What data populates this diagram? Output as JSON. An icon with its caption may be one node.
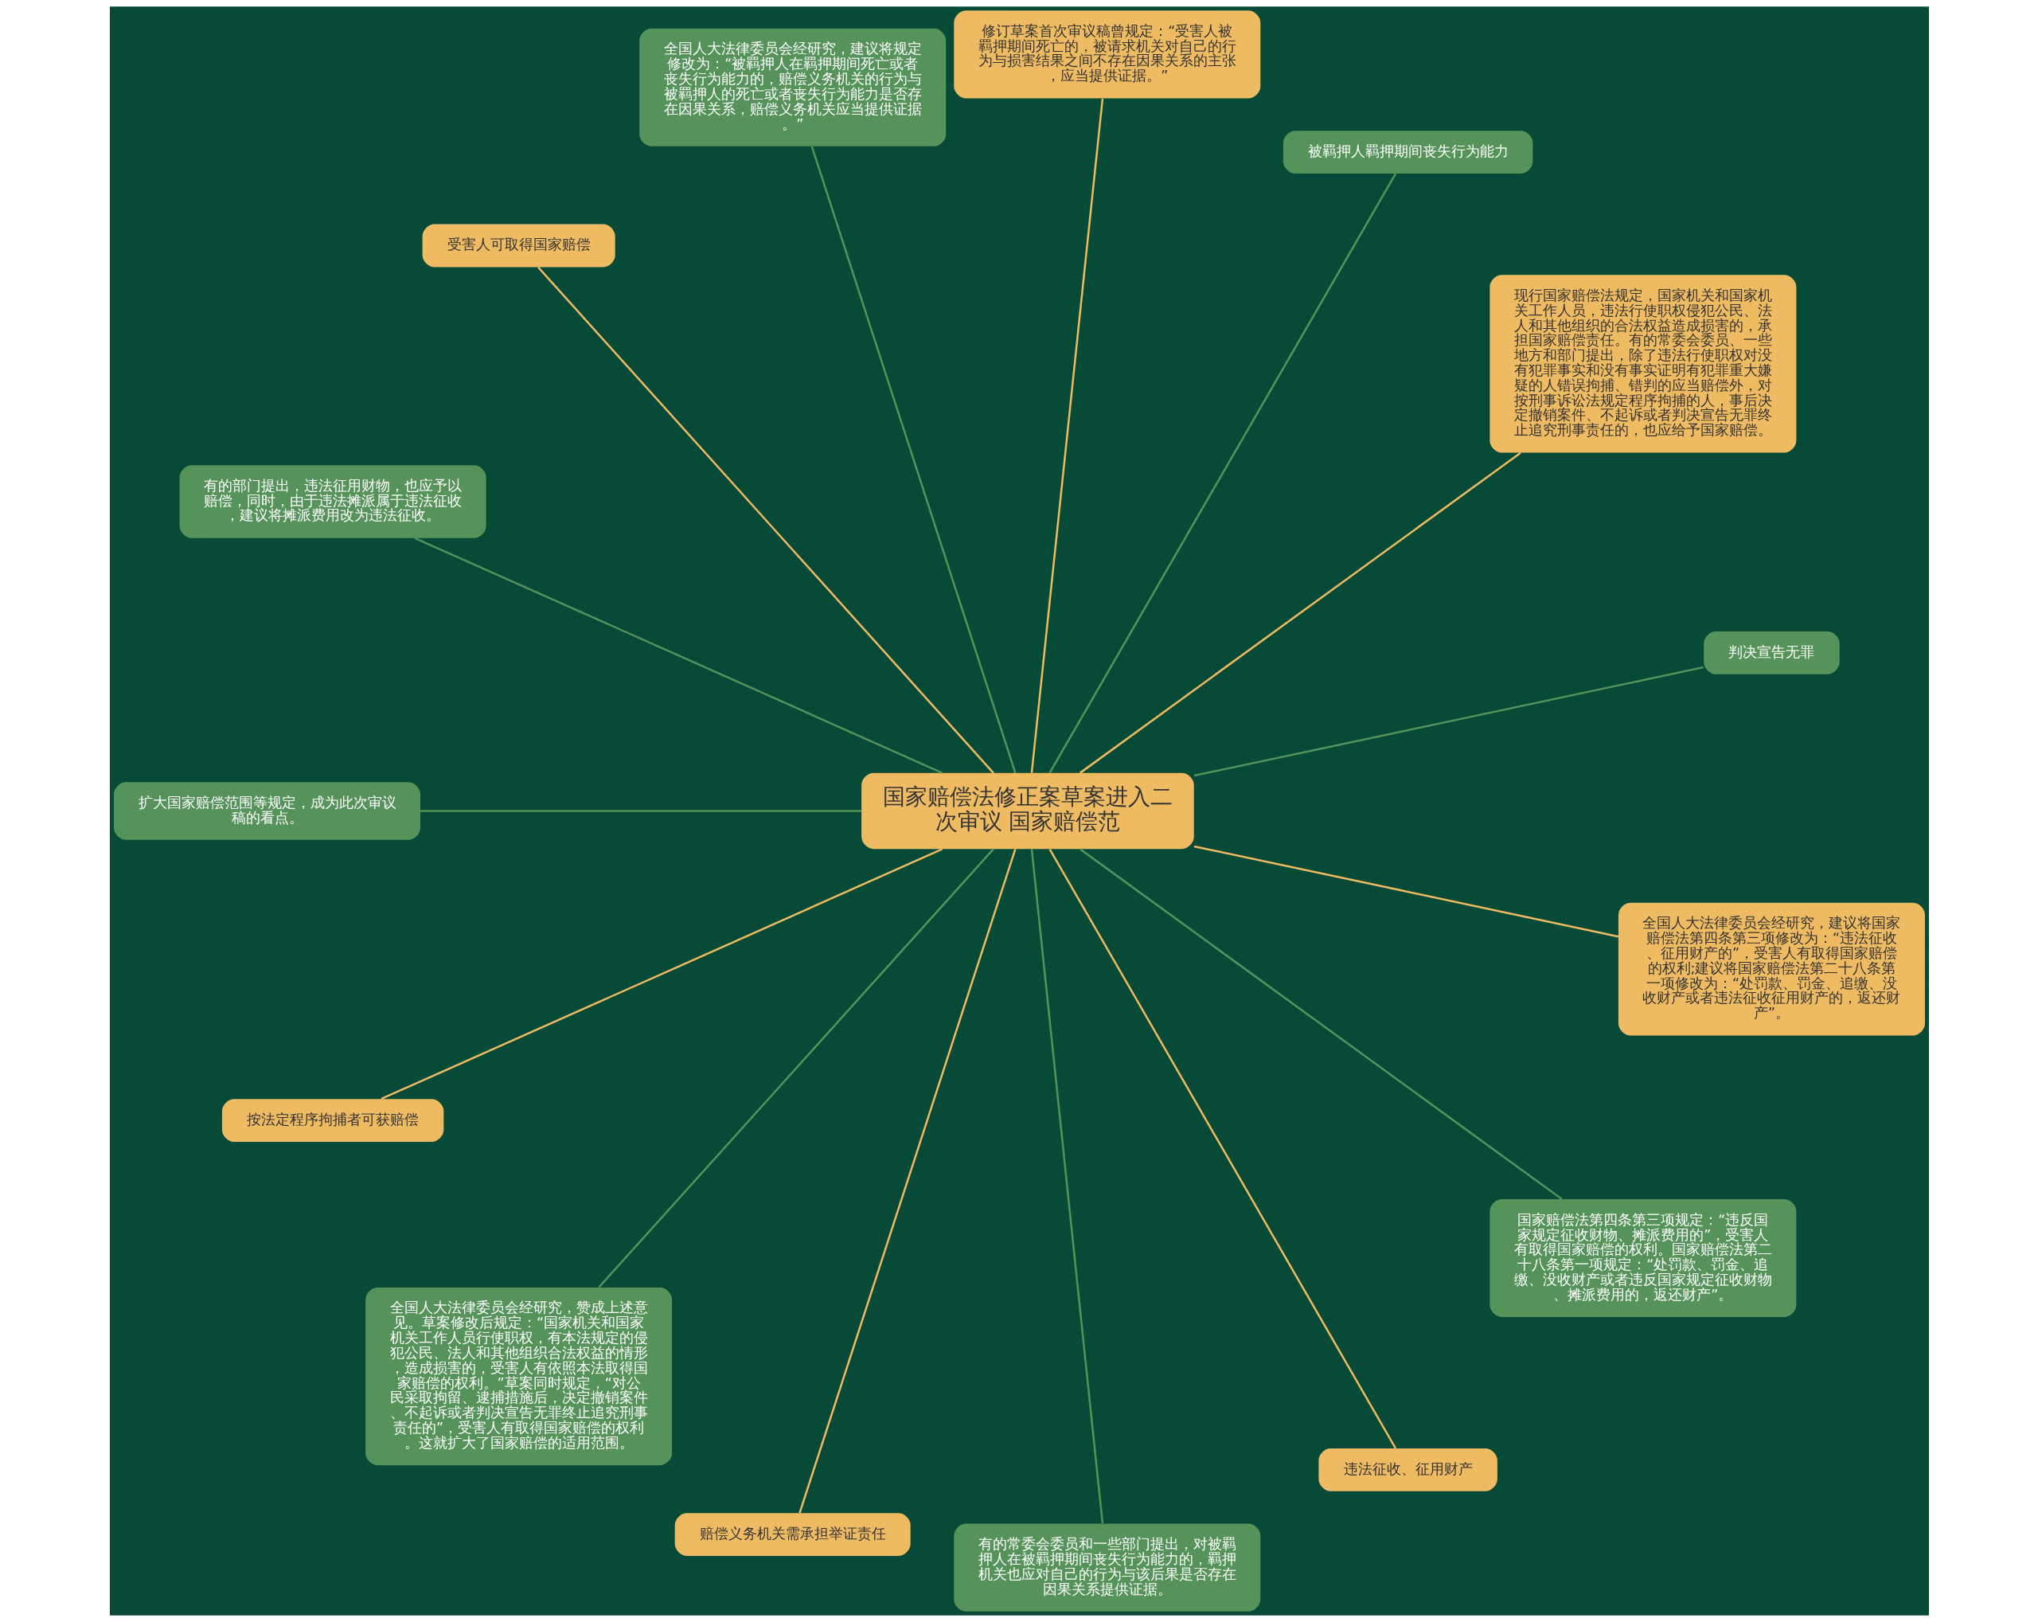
{
  "diagram": {
    "nodes": [
      {
        "text": [
          "国家赔偿法修正案草案进入二次审议 国家赔偿范"
        ]
      },
      {
        "text": [
          "判决宣告无罪"
        ]
      },
      {
        "text": [
          "现行国家赔偿法规定，国家机关和国家机关工作人员，违法行使职权侵犯公民、法人和其他组织的合法权益造成损害的，承担国家赔偿责任。有的常委会委员、一些地方和部门提出，除了违法行使职权对没有犯罪事实和没有事实证明有犯罪重大嫌疑的人错误拘捕、错判的应当赔偿外，对按刑事诉讼法规定程序拘捕的人，事后决定撤销案件、不起诉或者判决宣告无罪终止追究刑事责任的，也应给予国家赔偿。"
        ]
      },
      {
        "text": [
          "被羁押人羁押期间丧失行为能力"
        ]
      },
      {
        "text": [
          "修订草案首次审议稿曾规定：“受害人被羁押期间死亡的，被请求机关对自己的行为与损害结果之间不存在因果关系的主张，应当提供证据。”"
        ]
      },
      {
        "text": [
          "全国人大法律委员会经研究，建议将规定修改为：“被羁押人在羁押期间死亡或者丧失行为能力的，赔偿义务机关的行为与被羁押人的死亡或者丧失行为能力是否存在因果关系，赔偿义务机关应当提供证据。”"
        ]
      },
      {
        "text": [
          "受害人可取得国家赔偿"
        ]
      },
      {
        "text": [
          "有的部门提出，违法征用财物，也应予以赔偿，同时，由于违法摊派属于违法征收，建议将摊派费用改为违法征收。"
        ]
      },
      {
        "text": [
          "扩大国家赔偿范围等规定，成为此次审议稿的看点。"
        ]
      },
      {
        "text": [
          "按法定程序拘捕者可获赔偿"
        ]
      },
      {
        "text": [
          "全国人大法律委员会经研究，赞成上述意见。草案修改后规定：“国家机关和国家机关工作人员行使职权，有本法规定的侵犯公民、法人和其他组织合法权益的情形，造成损害的，受害人有依照本法取得国家赔偿的权利。”草案同时规定，“对公民采取拘留、逮捕措施后，决定撤销案件、不起诉或者判决宣告无罪终止追究刑事责任的”，受害人有取得国家赔偿的权利。这就扩大了国家赔偿的适用范围。"
        ]
      },
      {
        "text": [
          "赔偿义务机关需承担举证责任"
        ]
      },
      {
        "text": [
          "有的常委会委员和一些部门提出，对被羁押人在被羁押期间丧失行为能力的，羁押机关也应对自己的行为与该后果是否存在因果关系提供证据。"
        ]
      },
      {
        "text": [
          "违法征收、征用财产"
        ]
      },
      {
        "text": [
          "国家赔偿法第四条第三项规定：“违反国家规定征收财物、摊派费用的”，受害人有取得国家赔偿的权利。国家赔偿法第二十八条第一项规定：“处罚款、罚金、追缴、没收财产或者违反国家规定征收财物、摊派费用的，返还财产”。"
        ]
      },
      {
        "text": [
          "全国人大法律委员会经研究，建议将国家赔偿法第四条第三项修改为：“违法征收、征用财产的”，受害人有取得国家赔偿的权利;建议将国家赔偿法第二十八条第一项修改为：“处罚款、罚金、追缴、没收财产或者违法征收征用财产的，返还财产”。"
        ]
      }
    ],
    "edges": [
      {
        "from": 0,
        "to": 1,
        "arrow": "none"
      },
      {
        "from": 0,
        "to": 2,
        "arrow": "none",
        "color": "#efbb62"
      },
      {
        "from": 0,
        "to": 3,
        "arrow": "none"
      },
      {
        "from": 0,
        "to": 4,
        "arrow": "none",
        "color": "#efbb62"
      },
      {
        "from": 0,
        "to": 5,
        "arrow": "none"
      },
      {
        "from": 0,
        "to": 6,
        "arrow": "none",
        "color": "#efbb62"
      },
      {
        "from": 0,
        "to": 7,
        "arrow": "none"
      },
      {
        "from": 0,
        "to": 8,
        "arrow": "none"
      },
      {
        "from": 0,
        "to": 9,
        "arrow": "none",
        "color": "#efbb62"
      },
      {
        "from": 0,
        "to": 10,
        "arrow": "none"
      },
      {
        "from": 0,
        "to": 11,
        "arrow": "none",
        "color": "#efbb62"
      },
      {
        "from": 0,
        "to": 12,
        "arrow": "none"
      },
      {
        "from": 0,
        "to": 13,
        "arrow": "none",
        "color": "#efbb62"
      },
      {
        "from": 0,
        "to": 14,
        "arrow": "none"
      },
      {
        "from": 0,
        "to": 15,
        "arrow": "none",
        "color": "#efbb62"
      }
    ]
  }
}
